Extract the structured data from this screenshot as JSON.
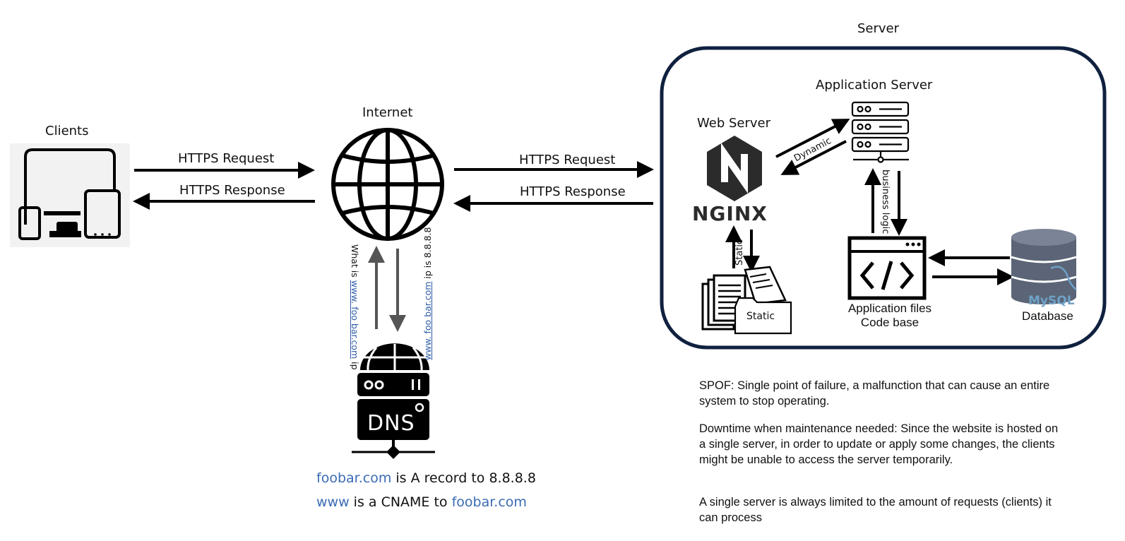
{
  "clients": {
    "title": "Clients"
  },
  "internet": {
    "title": "Internet"
  },
  "server": {
    "title": "Server"
  },
  "app_server": {
    "title": "Application Server"
  },
  "web_server": {
    "title": "Web Server"
  },
  "nginx": {
    "logo_text": "NGINX"
  },
  "left_link": {
    "request": "HTTPS Request",
    "response": "HTTPS Response"
  },
  "right_link": {
    "request": "HTTPS Request",
    "response": "HTTPS Response"
  },
  "dns_query": {
    "prefix": "What is ",
    "domain": "www. foo bar.com",
    "suffix": " ip"
  },
  "dns_answer": {
    "domain": "www. foo bar.com",
    "suffix": " ip is 8.8.8.8"
  },
  "dns_icon": {
    "text": "DNS"
  },
  "dns_records": {
    "line1_domain": "foobar.com",
    "line1_rest": " is A record to 8.8.8.8",
    "line2_host": "www",
    "line2_mid": " is a CNAME to ",
    "line2_domain": "foobar.com"
  },
  "labels": {
    "dynamic": "Dynamic",
    "static_arrow": "Static",
    "static_folder": "Static",
    "business_logic": "business logic",
    "app_files_1": "Application files",
    "app_files_2": "Code base",
    "database": "Database",
    "mysql": "MySQL"
  },
  "notes": [
    "SPOF: Single point of failure, a malfunction that can cause an entire system to stop operating.",
    "Downtime when maintenance needed: Since the website is hosted on a single server, in order to update or apply some changes, the clients might be unable to access the server temporarily.",
    "A single server is always limited to the amount of requests (clients) it can process"
  ],
  "colors": {
    "border": "#10213f",
    "link": "#2f5da8",
    "mysql": "#6ea1c7",
    "db": "#5b6577",
    "arrow_gray": "#555555"
  }
}
